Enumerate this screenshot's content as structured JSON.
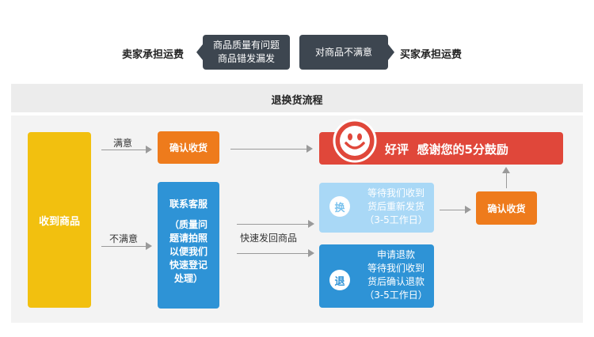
{
  "top": {
    "left_label": "卖家承担运费",
    "box1_line1": "商品质量有问题",
    "box1_line2": "商品错发漏发",
    "box2": "对商品不满意",
    "right_label": "买家承担运费"
  },
  "band_title": "退换货流程",
  "flow": {
    "start": "收到商品",
    "satisfied_label": "满意",
    "unsatisfied_label": "不满意",
    "confirm_receipt": "确认收货",
    "review": "好评  感谢您的5分鼓励",
    "contact_title": "联系客服",
    "contact_body": [
      "（质量问",
      "题请拍照",
      "以便我们",
      "快速登记",
      "处理）"
    ],
    "return_label": "快速发回商品",
    "exchange_icon": "换",
    "exchange_text": [
      "等待我们收到",
      "货后重新发货",
      "（3-5工作日）"
    ],
    "refund_icon": "退",
    "refund_text": [
      "申请退款",
      "等待我们收到",
      "货后确认退款",
      "（3-5工作日）"
    ],
    "confirm_receipt_2": "确认收货"
  },
  "colors": {
    "yellow": "#f2c00f",
    "orange": "#ee7b1c",
    "blue": "#2e93d6",
    "light_blue": "#a9d8f6",
    "red": "#e0473a",
    "dark": "#3d4650"
  },
  "icons": [
    "smiley-face-icon",
    "arrow-right-icon",
    "arrow-up-icon",
    "arrow-left-icon"
  ]
}
